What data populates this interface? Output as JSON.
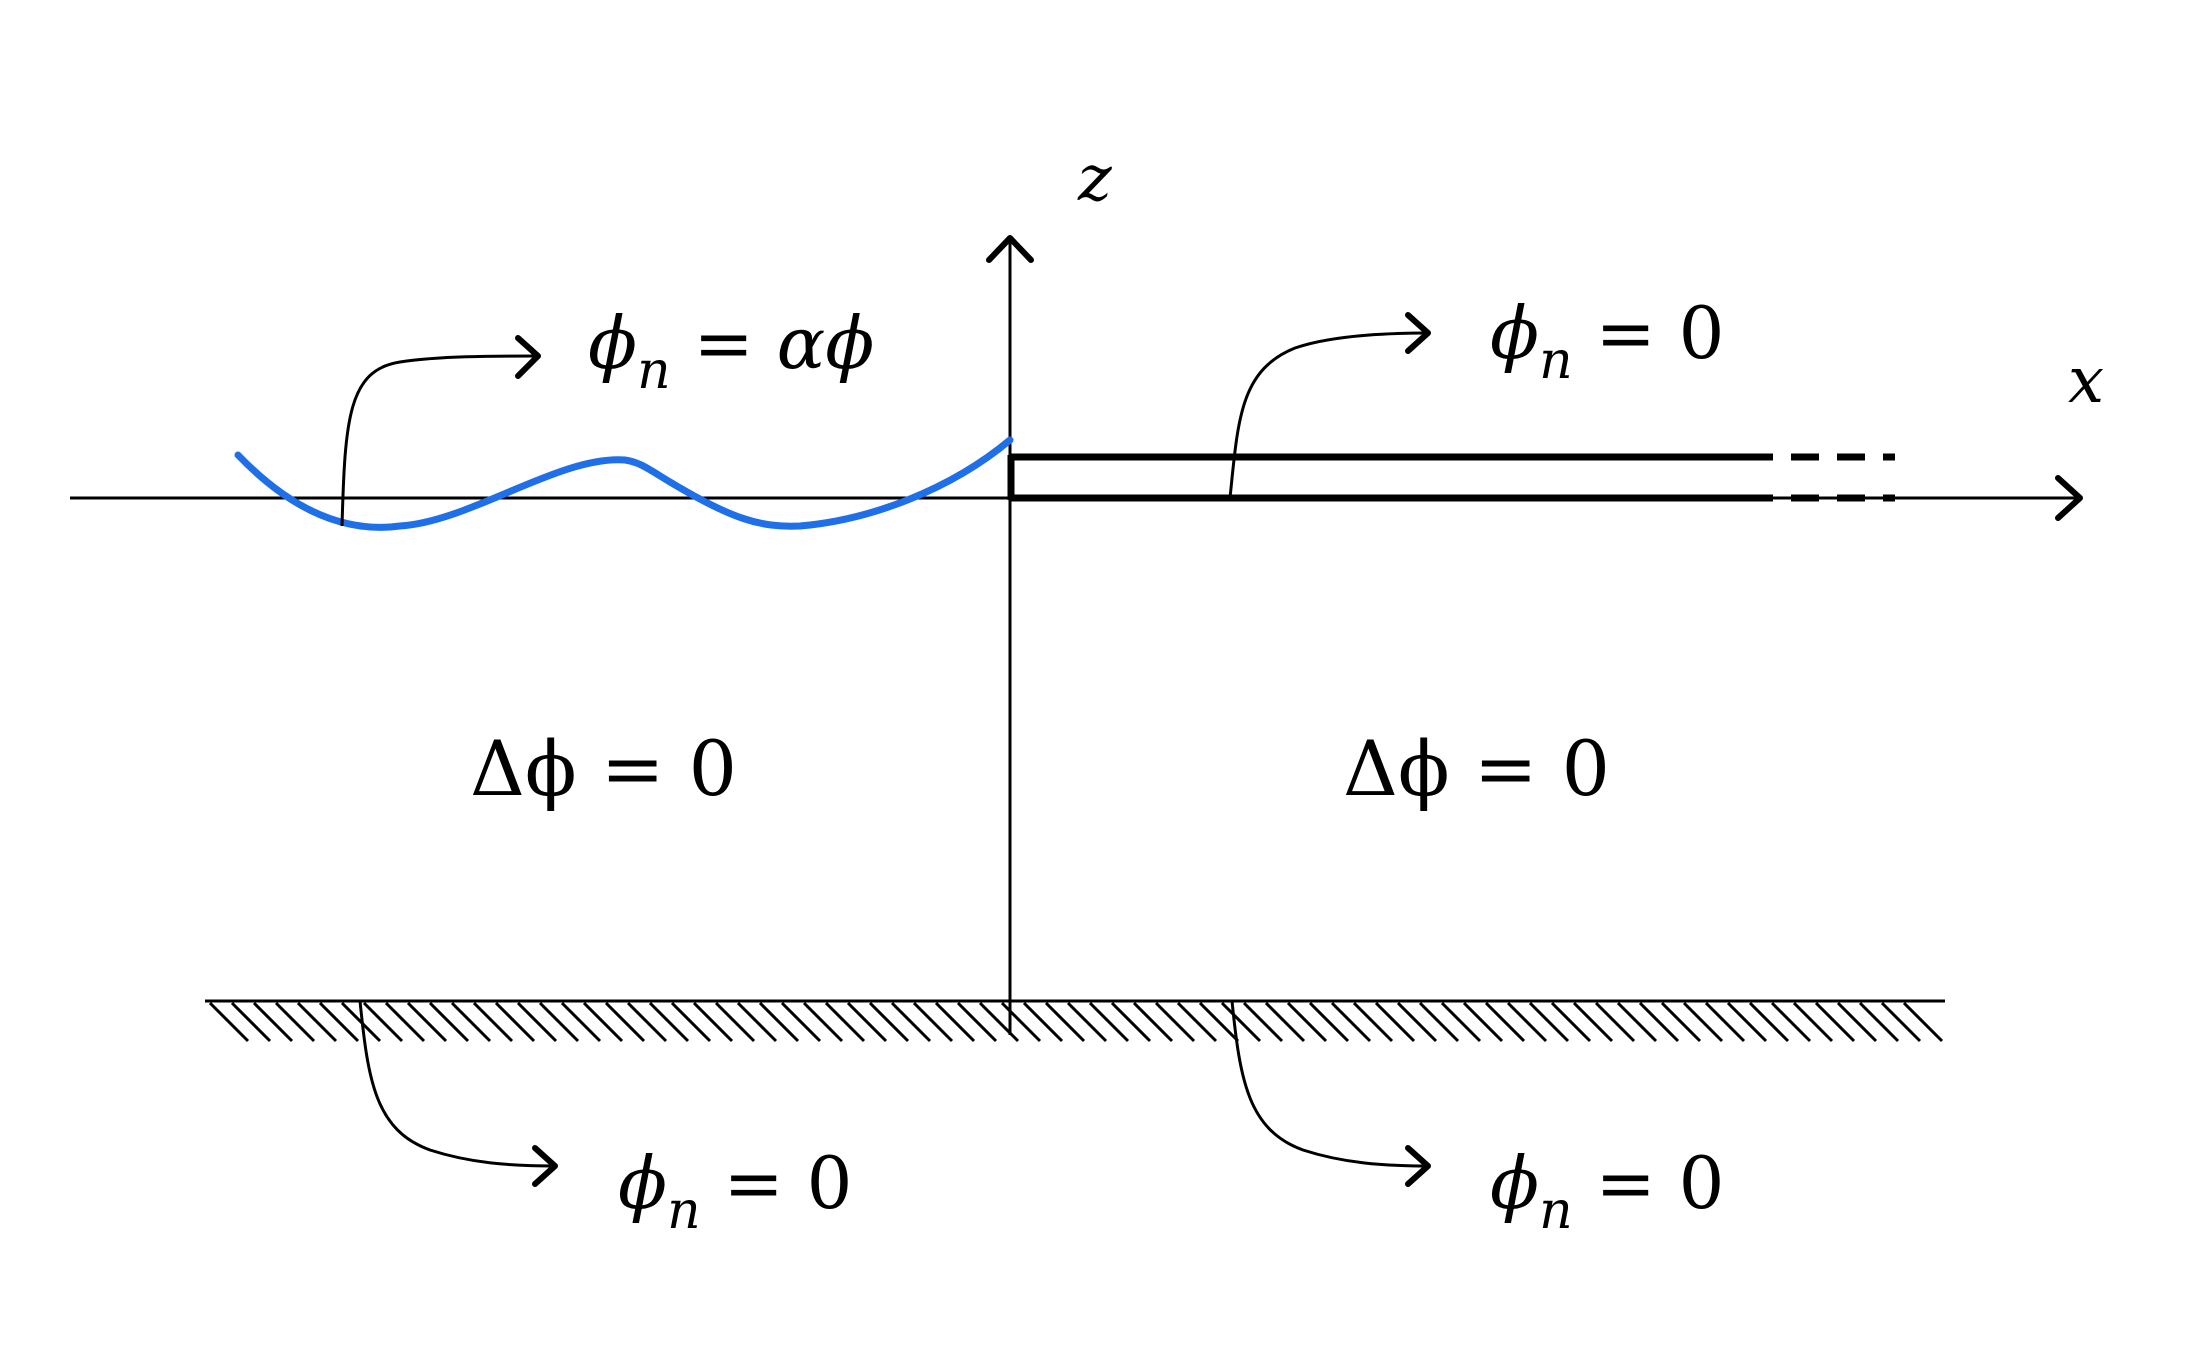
{
  "axes": {
    "x_label": "x",
    "z_label": "z"
  },
  "labels": {
    "free_surface_condition": {
      "phi": "ϕ",
      "sub": "n",
      "rest": " = αϕ"
    },
    "plate_condition": {
      "phi": "ϕ",
      "sub": "n",
      "rest": " = 0"
    },
    "laplace_left": "Δϕ = 0",
    "laplace_right": "Δϕ = 0",
    "bottom_left_condition": {
      "phi": "ϕ",
      "sub": "n",
      "rest": " = 0"
    },
    "bottom_right_condition": {
      "phi": "ϕ",
      "sub": "n",
      "rest": " = 0"
    }
  },
  "colors": {
    "wave": "#1f6fe8",
    "ink": "#000000"
  }
}
